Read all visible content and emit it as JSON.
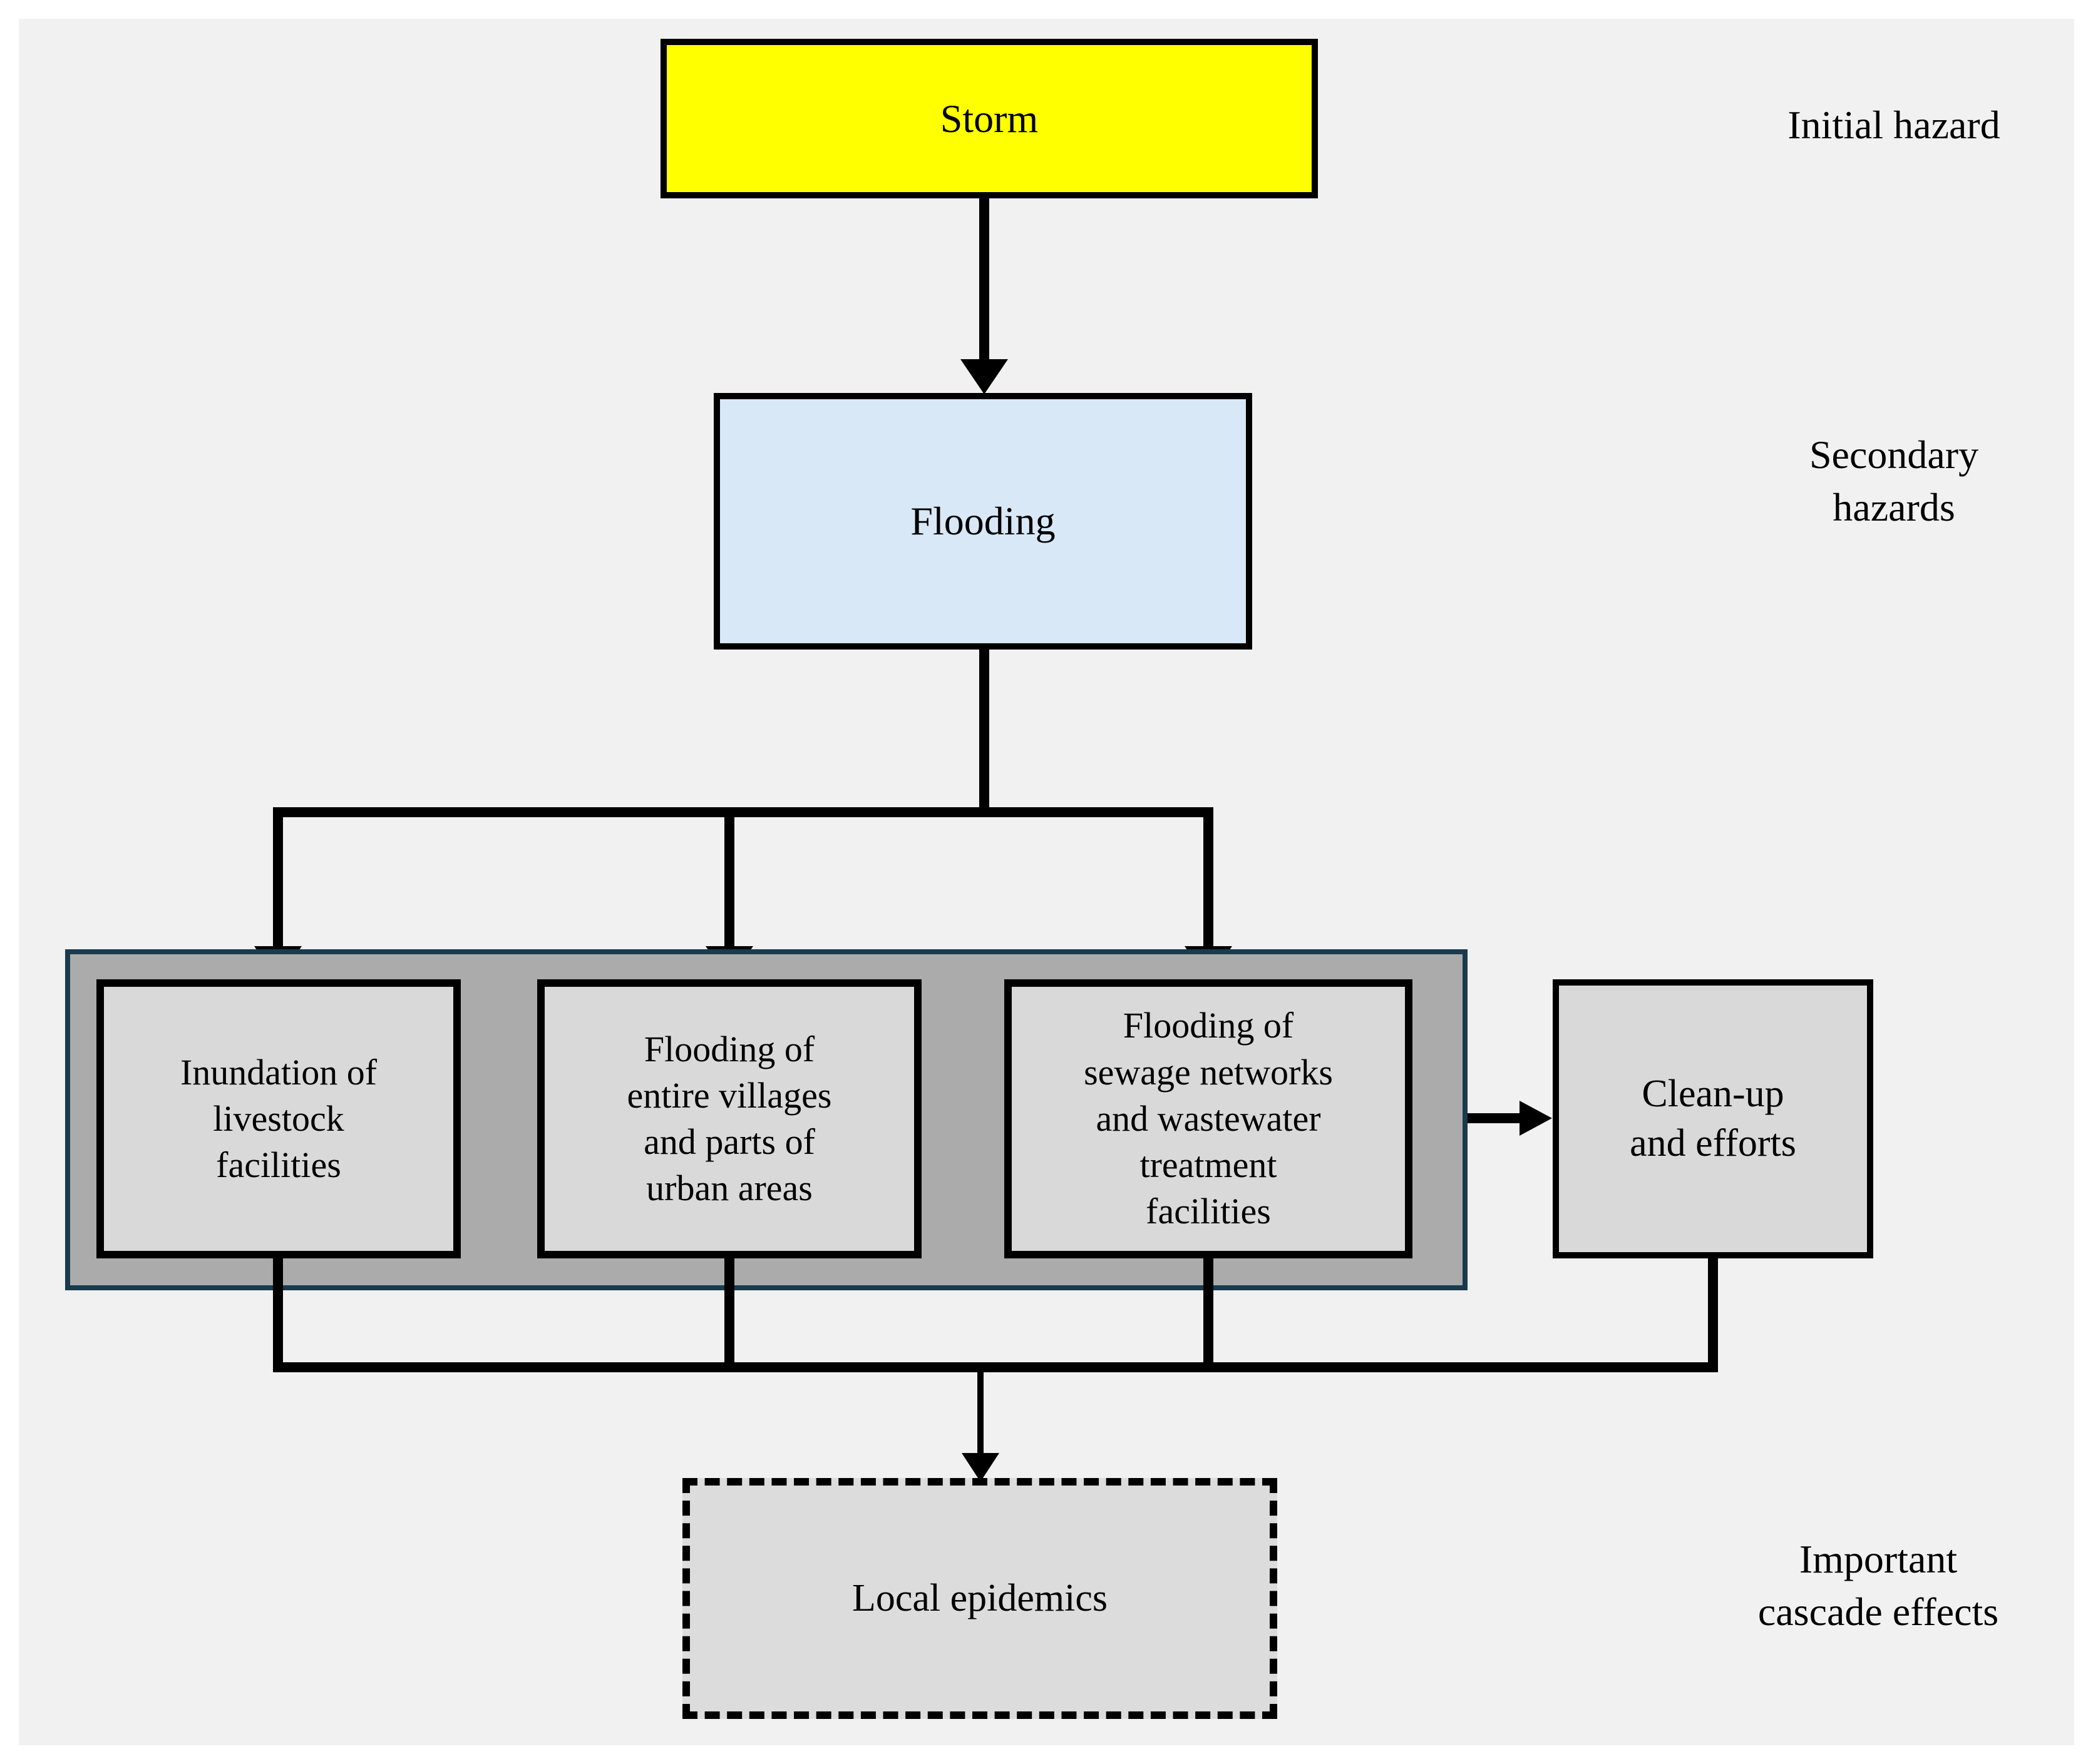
{
  "diagram": {
    "boxes": {
      "storm": "Storm",
      "flooding": "Flooding",
      "inundation": "Inundation of\nlivestock\nfacilities",
      "villages": "Flooding of\nentire villages\nand parts of\nurban areas",
      "sewage": "Flooding of\nsewage networks\nand wastewater\ntreatment\nfacilities",
      "cleanup": "Clean-up\nand efforts",
      "epidemics": "Local epidemics"
    },
    "side_labels": {
      "initial": "Initial hazard",
      "secondary": "Secondary\nhazards",
      "cascade": "Important\ncascade effects"
    },
    "colors": {
      "storm_fill": "#ffff00",
      "flooding_fill": "#d8e8f7",
      "container_fill": "#ababab",
      "container_border": "#1a3a4e",
      "impact_fill": "#d9d9d9",
      "cleanup_fill": "#d9d9d9",
      "epidemics_fill": "#dcdcdc",
      "line": "#000000",
      "panel_bg": "#f1f1f2"
    }
  }
}
